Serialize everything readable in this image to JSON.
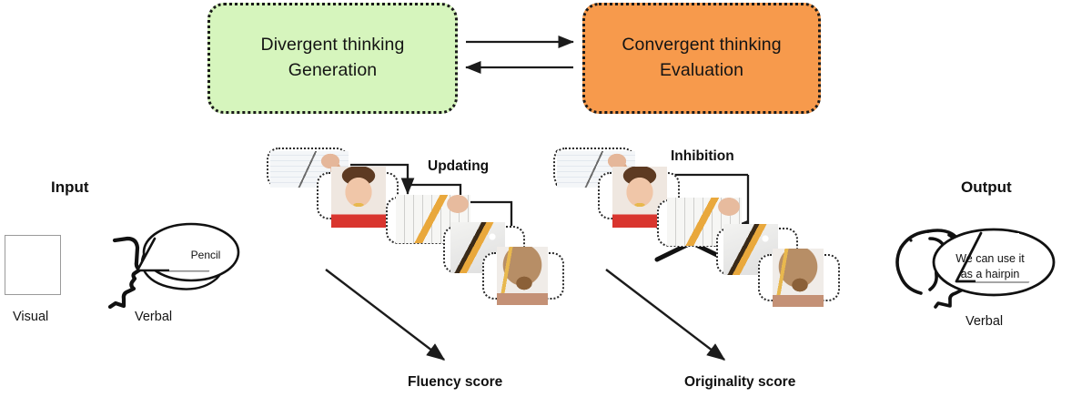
{
  "diagram": {
    "title_present": false,
    "colors": {
      "divergent_fill": "#d6f5bd",
      "convergent_fill": "#f79a4c",
      "box_border": "#1a1a1a",
      "arrow": "#1b1b1b",
      "card_border": "#2a2a2a",
      "visual_box_border": "#9a9a9a",
      "pencil_body": "#f2dd6e",
      "pencil_eraser": "#e98b8b",
      "pencil_tip": "#2b2b2b"
    }
  },
  "top": {
    "divergent": {
      "line1": "Divergent thinking",
      "line2": "Generation"
    },
    "convergent": {
      "line1": "Convergent thinking",
      "line2": "Evaluation"
    },
    "arrow_forward_name": "arrow-divergent-to-convergent",
    "arrow_backward_name": "arrow-convergent-to-divergent"
  },
  "input": {
    "heading": "Input",
    "visual_label": "Visual",
    "verbal_label": "Verbal",
    "speech_text": "Pencil",
    "icon": "pencil-icon"
  },
  "output": {
    "heading": "Output",
    "verbal_label": "Verbal",
    "speech_text": "We can use it\nas a hairpin",
    "icon": "head-with-brain-icon"
  },
  "process": {
    "updating_label": "Updating",
    "inhibition_label": "Inhibition",
    "fluency_label": "Fluency score",
    "originality_label": "Originality score"
  },
  "cascades": [
    {
      "id": "updating-cascade",
      "label": "Updating",
      "score_label": "Fluency score",
      "cards": [
        {
          "name": "card-writing-abc",
          "alt": "hand writing ABC on lined paper",
          "crossed": false
        },
        {
          "name": "card-boy-pencil-mouth",
          "alt": "boy holding pencil in mouth",
          "crossed": false
        },
        {
          "name": "card-sketching-hand",
          "alt": "hand sketching with pencil",
          "crossed": false
        },
        {
          "name": "card-pencil-balanced",
          "alt": "pencil balanced on surface",
          "crossed": false
        },
        {
          "name": "card-hair-bun-pencil",
          "alt": "hair bun held by pencil",
          "crossed": false
        }
      ]
    },
    {
      "id": "inhibition-cascade",
      "label": "Inhibition",
      "score_label": "Originality score",
      "cards": [
        {
          "name": "card-writing-abc",
          "alt": "hand writing ABC on lined paper",
          "crossed": true
        },
        {
          "name": "card-boy-pencil-mouth",
          "alt": "boy holding pencil in mouth",
          "crossed": false
        },
        {
          "name": "card-sketching-hand",
          "alt": "hand sketching with pencil",
          "crossed": true
        },
        {
          "name": "card-pencil-balanced",
          "alt": "pencil balanced on surface",
          "crossed": false
        },
        {
          "name": "card-hair-bun-pencil",
          "alt": "hair bun held by pencil",
          "crossed": false
        }
      ]
    }
  ]
}
